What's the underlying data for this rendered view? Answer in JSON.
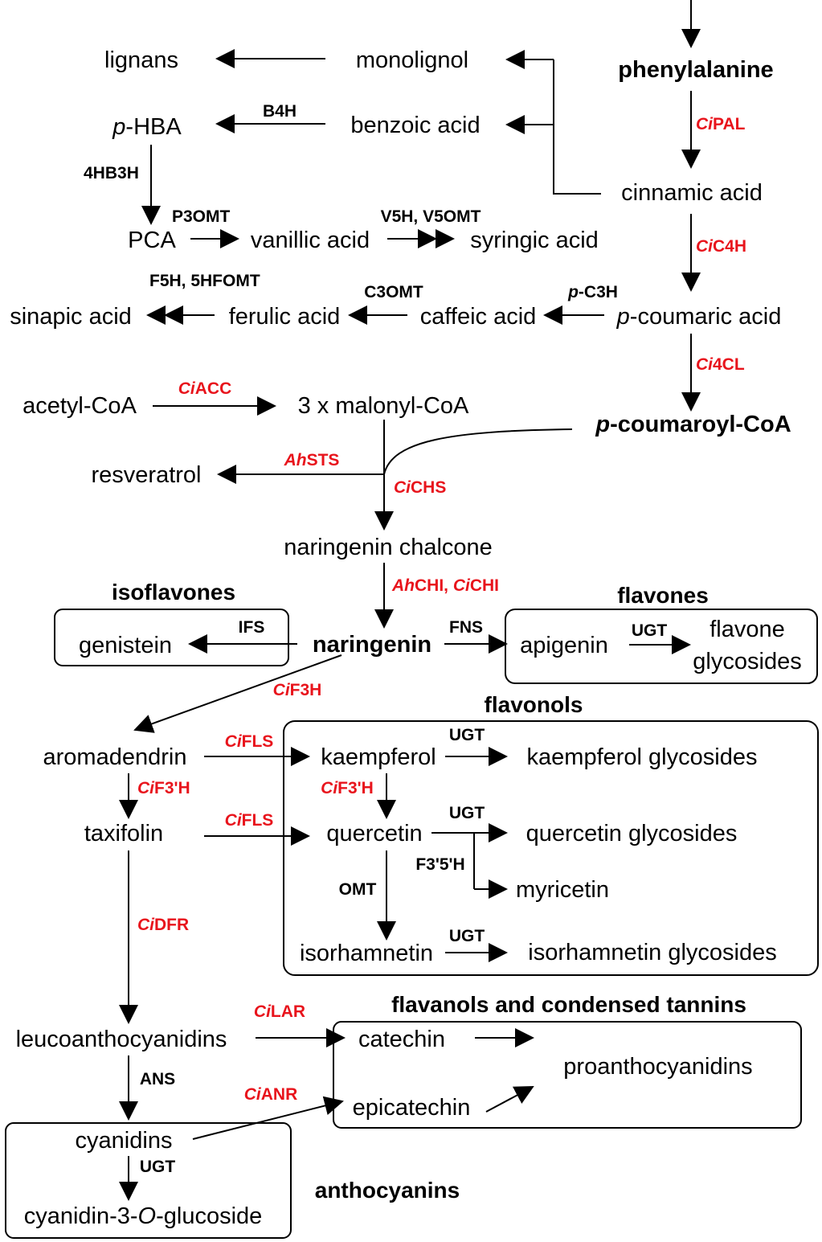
{
  "colors": {
    "text": "#000000",
    "engineered_enzyme": "#e8141c"
  },
  "compounds": {
    "phenylalanine": "phenylalanine",
    "lignans": "lignans",
    "monolignol": "monolignol",
    "p_hba_prefix": "p",
    "p_hba_rest": "-HBA",
    "benzoic_acid": "benzoic acid",
    "cinnamic_acid": "cinnamic acid",
    "pca": "PCA",
    "vanillic_acid": "vanillic acid",
    "syringic_acid": "syringic acid",
    "sinapic_acid": "sinapic acid",
    "ferulic_acid": "ferulic acid",
    "caffeic_acid": "caffeic acid",
    "p_coumaric_prefix": "p",
    "p_coumaric_rest": "-coumaric acid",
    "acetyl_coa": "acetyl-CoA",
    "malonyl_coa": "3 x malonyl-CoA",
    "p_coumaroyl_prefix": "p",
    "p_coumaroyl_rest": "-coumaroyl-CoA",
    "resveratrol": "resveratrol",
    "naringenin_chalcone": "naringenin chalcone",
    "genistein": "genistein",
    "naringenin": "naringenin",
    "apigenin": "apigenin",
    "flavone_glycosides_1": "flavone",
    "flavone_glycosides_2": "glycosides",
    "aromadendrin": "aromadendrin",
    "kaempferol": "kaempferol",
    "kaempferol_glycosides": "kaempferol glycosides",
    "taxifolin": "taxifolin",
    "quercetin": "quercetin",
    "quercetin_glycosides": "quercetin glycosides",
    "myricetin": "myricetin",
    "isorhamnetin": "isorhamnetin",
    "isorhamnetin_glycosides": "isorhamnetin glycosides",
    "leucoanthocyanidins": "leucoanthocyanidins",
    "catechin": "catechin",
    "epicatechin": "epicatechin",
    "proanthocyanidins": "proanthocyanidins",
    "cyanidins": "cyanidins",
    "cyanidin_glucoside_a": "cyanidin-3-",
    "cyanidin_glucoside_o": "O",
    "cyanidin_glucoside_b": "-glucoside"
  },
  "enzymes": {
    "b4h": "B4H",
    "hb3h": "4HB3H",
    "p3omt": "P3OMT",
    "v5h_v5omt": "V5H, V5OMT",
    "f5h_5hfomt": "F5H, 5HFOMT",
    "c3omt": "C3OMT",
    "pc3h_prefix": "p",
    "pc3h_rest": "-C3H",
    "ifs": "IFS",
    "fns": "FNS",
    "ugt_flavone": "UGT",
    "ugt_kaempferol": "UGT",
    "ugt_quercetin": "UGT",
    "f3p5h": "F3'5'H",
    "omt": "OMT",
    "ugt_isorhamnetin": "UGT",
    "ans": "ANS",
    "ugt_cyanidin": "UGT"
  },
  "engineered_enzymes": {
    "pal": {
      "species": "Ci",
      "name": "PAL"
    },
    "c4h": {
      "species": "Ci",
      "name": "C4H"
    },
    "cl4": {
      "species": "Ci",
      "name": "4CL"
    },
    "acc": {
      "species": "Ci",
      "name": "ACC"
    },
    "sts": {
      "species": "Ah",
      "name": "STS"
    },
    "chs": {
      "species": "Ci",
      "name": "CHS"
    },
    "chi": {
      "species1": "Ah",
      "name1": "CHI, ",
      "species2": "Ci",
      "name2": "CHI"
    },
    "f3h": {
      "species": "Ci",
      "name": "F3H"
    },
    "fls_1": {
      "species": "Ci",
      "name": "FLS"
    },
    "f3ph_1": {
      "species": "Ci",
      "name": "F3'H"
    },
    "f3ph_2": {
      "species": "Ci",
      "name": "F3'H"
    },
    "fls_2": {
      "species": "Ci",
      "name": "FLS"
    },
    "dfr": {
      "species": "Ci",
      "name": "DFR"
    },
    "lar": {
      "species": "Ci",
      "name": "LAR"
    },
    "anr": {
      "species": "Ci",
      "name": "ANR"
    }
  },
  "groups": {
    "isoflavones": "isoflavones",
    "flavones": "flavones",
    "flavonols": "flavonols",
    "flavanols": "flavanols and condensed tannins",
    "anthocyanins": "anthocyanins"
  }
}
